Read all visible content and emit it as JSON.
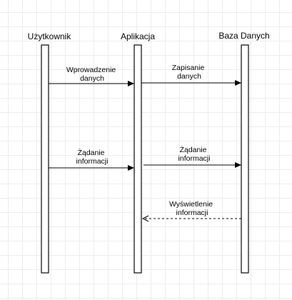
{
  "participants": [
    {
      "label": "Użytkownik"
    },
    {
      "label": "Aplikacja"
    },
    {
      "label": "Baza Danych"
    }
  ],
  "messages": [
    {
      "from": 0,
      "to": 1,
      "style": "solid",
      "lines": [
        "Wprowadzenie",
        "danych"
      ]
    },
    {
      "from": 1,
      "to": 2,
      "style": "solid",
      "lines": [
        "Zapisanie",
        "danych"
      ]
    },
    {
      "from": 0,
      "to": 1,
      "style": "solid",
      "lines": [
        "Żądanie",
        "informacji"
      ]
    },
    {
      "from": 1,
      "to": 2,
      "style": "solid",
      "lines": [
        "Żądanie",
        "informacji"
      ]
    },
    {
      "from": 2,
      "to": 1,
      "style": "dashed",
      "lines": [
        "Wyświetlenie",
        "informacji"
      ]
    }
  ],
  "colors": {
    "line": "#000000",
    "box_fill": "#ffffff"
  }
}
